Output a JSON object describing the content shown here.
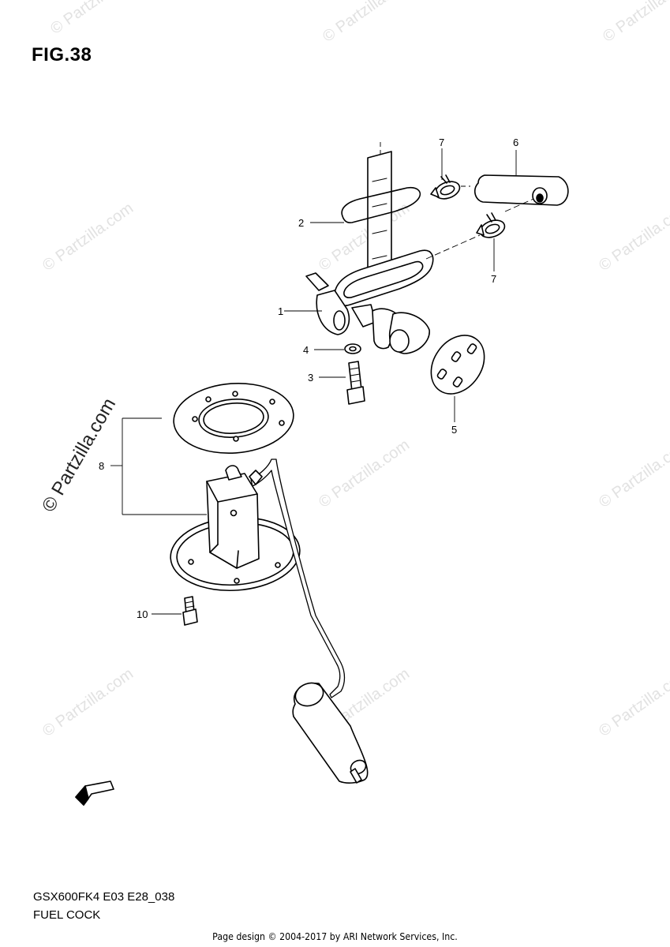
{
  "figure": {
    "title": "FIG.38"
  },
  "parts": [
    {
      "number": "1"
    },
    {
      "number": "2"
    },
    {
      "number": "3"
    },
    {
      "number": "4"
    },
    {
      "number": "5"
    },
    {
      "number": "6"
    },
    {
      "number": "7"
    },
    {
      "number": "7"
    },
    {
      "number": "8"
    },
    {
      "number": "10"
    }
  ],
  "direction_label": "FWD",
  "model_code": "GSX600FK4 E03 E28_038",
  "caption": "FUEL COCK",
  "footer": "Page design © 2004-2017 by ARI Network Services, Inc.",
  "watermark": "© Partzilla.com",
  "watermark_main": "© Partzilla.com"
}
